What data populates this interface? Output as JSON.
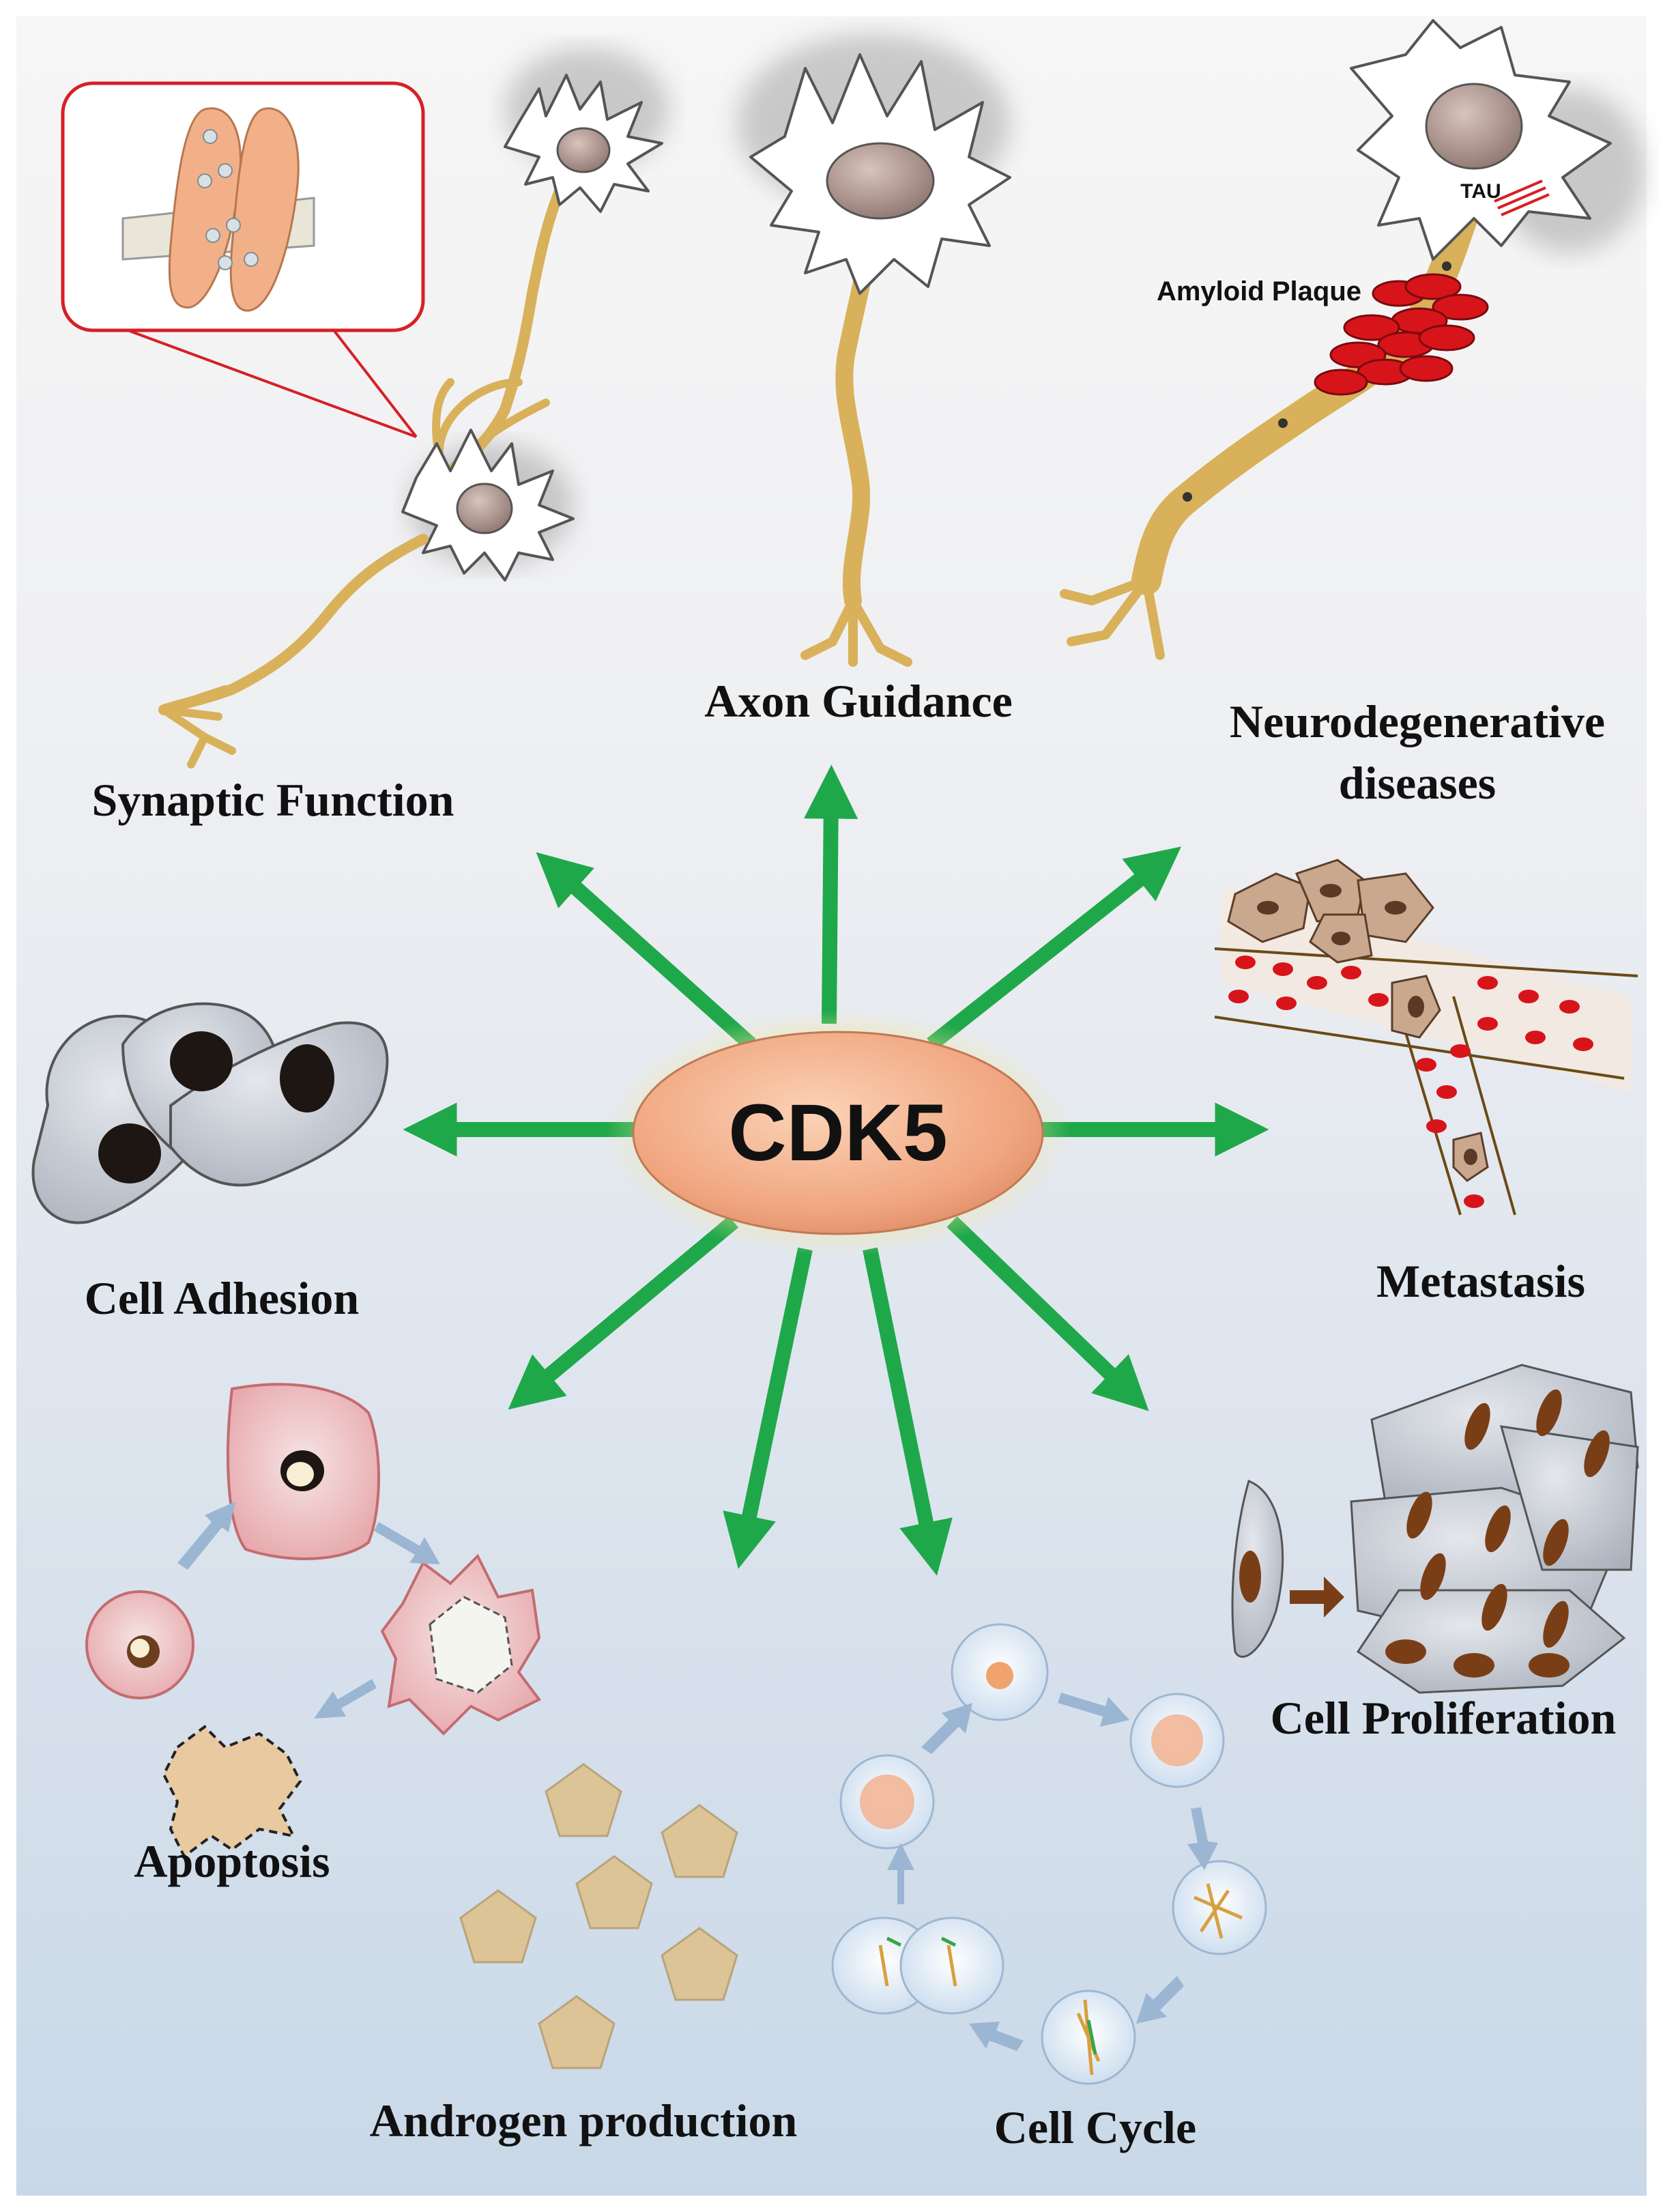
{
  "center": {
    "label": "CDK5"
  },
  "labels": {
    "synaptic": "Synaptic Function",
    "axon": "Axon Guidance",
    "neuro_line1": "Neurodegenerative",
    "neuro_line2": "diseases",
    "metastasis": "Metastasis",
    "adhesion": "Cell Adhesion",
    "proliferation": "Cell Proliferation",
    "apoptosis": "Apoptosis",
    "androgen": "Androgen production",
    "cell_cycle": "Cell Cycle",
    "amyloid": "Amyloid Plaque",
    "tau": "TAU"
  },
  "colors": {
    "arrow": "#1fa84a",
    "axon": "#d8b15a",
    "oval": "#f3b48f",
    "plaque": "#d8141b",
    "background_top": "#f7f6f6",
    "background_bottom": "#c9d8e8"
  }
}
